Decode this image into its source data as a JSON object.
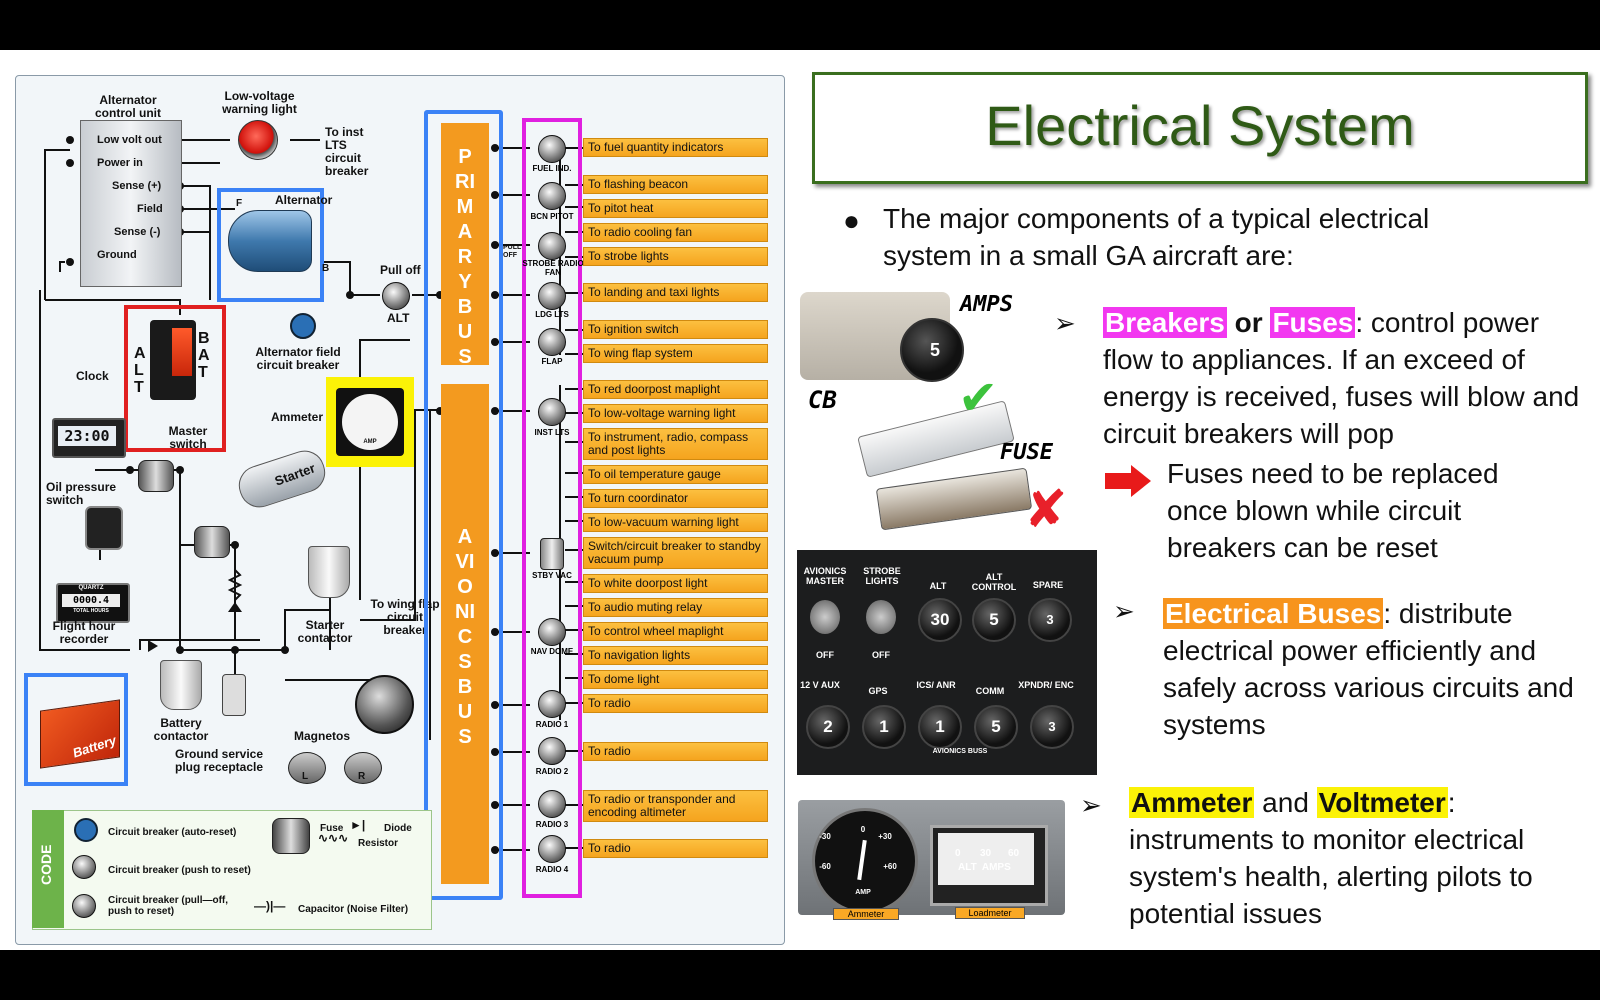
{
  "title": "Electrical System",
  "bullet_intro": "The major components of a typical electrical system in a small GA aircraft are:",
  "items": {
    "breakers_word": "Breakers",
    "or_word": "or",
    "fuses_word": "Fuses",
    "breakers_text": ": control power flow to appliances. If an exceed of energy is received, fuses will blow and circuit breakers will pop",
    "sub_note": "Fuses need to be replaced once blown while  circuit breakers can be reset",
    "buses_word": "Electrical Buses",
    "buses_text": ": distribute electrical power efficiently and safely across various circuits and systems",
    "ammeter_word": "Ammeter",
    "and_word": "and",
    "voltmeter_word": "Voltmeter",
    "ammeter_text": ": instruments to monitor electrical system's health, alerting pilots to potential issues"
  },
  "photo_labels": {
    "amps": "AMPS",
    "cb": "CB",
    "fuse": "FUSE",
    "fuse_number": "5"
  },
  "panel_labels": {
    "top": [
      "AVIONICS MASTER",
      "STROBE LIGHTS",
      "ALT",
      "ALT CONTROL",
      "SPARE"
    ],
    "top_values": [
      "",
      "",
      "30",
      "5",
      "3"
    ],
    "off": "OFF",
    "bottom": [
      "12 V AUX",
      "GPS",
      "ICS/ ANR",
      "COMM",
      "XPNDR/ ENC"
    ],
    "bottom_values": [
      "2",
      "1",
      "1",
      "5",
      "3"
    ],
    "bus_name": "AVIONICS BUSS"
  },
  "gauges": {
    "ammeter_label": "Ammeter",
    "loadmeter_label": "Loadmeter",
    "amp": "AMP",
    "ammeter_ticks": [
      "-30",
      "0",
      "+30",
      "-60",
      "+60"
    ],
    "loadmeter_ticks": [
      "0",
      "30",
      "60"
    ],
    "loadmeter_text": "ALT  AMPS"
  },
  "diagram": {
    "alternator_control_unit": "Alternator control unit",
    "low_voltage_light": "Low-voltage warning light",
    "to_inst_lts": "To inst LTS circuit breaker",
    "acu_pins": [
      "Low volt out",
      "Power in",
      "Sense (+)",
      "Field",
      "Sense (-)",
      "Ground"
    ],
    "alternator": "Alternator",
    "alt_f": "F",
    "alt_b": "B",
    "pull_off": "Pull off",
    "alt": "ALT",
    "master_alt": "ALT",
    "master_bat": "BAT",
    "master_switch": "Master switch",
    "alt_field_cb": "Alternator field circuit breaker",
    "clock": "Clock",
    "clock_display": "23:00",
    "ammeter": "Ammeter",
    "ammeter_face": "AMP",
    "starter": "Starter",
    "oil_pressure_switch": "Oil pressure switch",
    "quartz": "QUARTZ",
    "hour_digits": "0000.4",
    "total_hours": "TOTAL HOURS",
    "flight_hour_recorder": "Flight hour recorder",
    "starter_contactor": "Starter contactor",
    "to_wing_flap": "To wing flap circuit breaker",
    "battery": "Battery",
    "battery_contactor": "Battery contactor",
    "ground_service": "Ground service plug receptacle",
    "magnetos": "Magnetos",
    "mag_l": "L",
    "mag_r": "R",
    "primary_bus": "PRIMARY BUS",
    "avionics_bus": "AVIONICS BUS",
    "pull_off_small": "PULL OFF",
    "breakers": [
      "FUEL IND.",
      "BCN PITOT",
      "STROBE RADIO FAN",
      "LDG LTS",
      "FLAP",
      "INST LTS",
      "STBY VAC",
      "NAV DOME",
      "RADIO 1",
      "RADIO 2",
      "RADIO 3",
      "RADIO 4"
    ],
    "destinations": [
      "To fuel quantity indicators",
      "To flashing beacon",
      "To pitot heat",
      "To radio cooling fan",
      "To strobe lights",
      "To landing and taxi lights",
      "To ignition switch",
      "To wing flap system",
      "To red doorpost maplight",
      "To low-voltage warning light",
      "To instrument, radio, compass and post lights",
      "To oil temperature gauge",
      "To turn coordinator",
      "To low-vacuum warning light",
      "Switch/circuit breaker to standby vacuum pump",
      "To white doorpost light",
      "To audio muting relay",
      "To control wheel maplight",
      "To navigation lights",
      "To dome light",
      "To radio",
      "To radio",
      "To radio or transponder and encoding altimeter",
      "To radio"
    ],
    "code": {
      "title": "CODE",
      "cb_auto": "Circuit breaker (auto-reset)",
      "cb_push": "Circuit breaker (push to reset)",
      "cb_pull": "Circuit breaker (pull—off, push to reset)",
      "fuse": "Fuse",
      "diode": "Diode",
      "resistor": "Resistor",
      "capacitor": "Capacitor (Noise Filter)"
    }
  },
  "colors": {
    "title_green": "#2f5a16",
    "bus_orange": "#f39a1f",
    "highlight_magenta": "#f238f0",
    "highlight_yellow": "#fbf207",
    "box_blue": "#3b82f6",
    "box_red": "#e02020"
  }
}
